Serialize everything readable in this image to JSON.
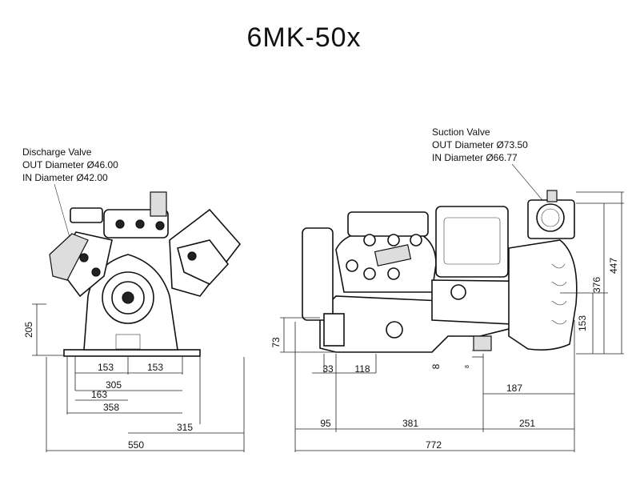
{
  "title": "6MK-50x",
  "discharge_valve": {
    "heading": "Discharge Valve",
    "out_diameter": "OUT Diameter Ø46.00",
    "in_diameter": "IN Diameter Ø42.00"
  },
  "suction_valve": {
    "heading": "Suction Valve",
    "out_diameter": "OUT Diameter Ø73.50",
    "in_diameter": "IN Diameter Ø66.77"
  },
  "front_view": {
    "dim_height_205": "205",
    "dim_153_left": "153",
    "dim_153_right": "153",
    "dim_305": "305",
    "dim_163": "163",
    "dim_358": "358",
    "dim_315": "315",
    "dim_550": "550"
  },
  "side_view": {
    "dim_73": "73",
    "dim_33": "33",
    "dim_118": "118",
    "dim_8_mid": "8",
    "dim_8_small": "8",
    "dim_187": "187",
    "dim_95": "95",
    "dim_381": "381",
    "dim_251": "251",
    "dim_772": "772",
    "dim_153_height": "153",
    "dim_376": "376",
    "dim_447": "447"
  }
}
